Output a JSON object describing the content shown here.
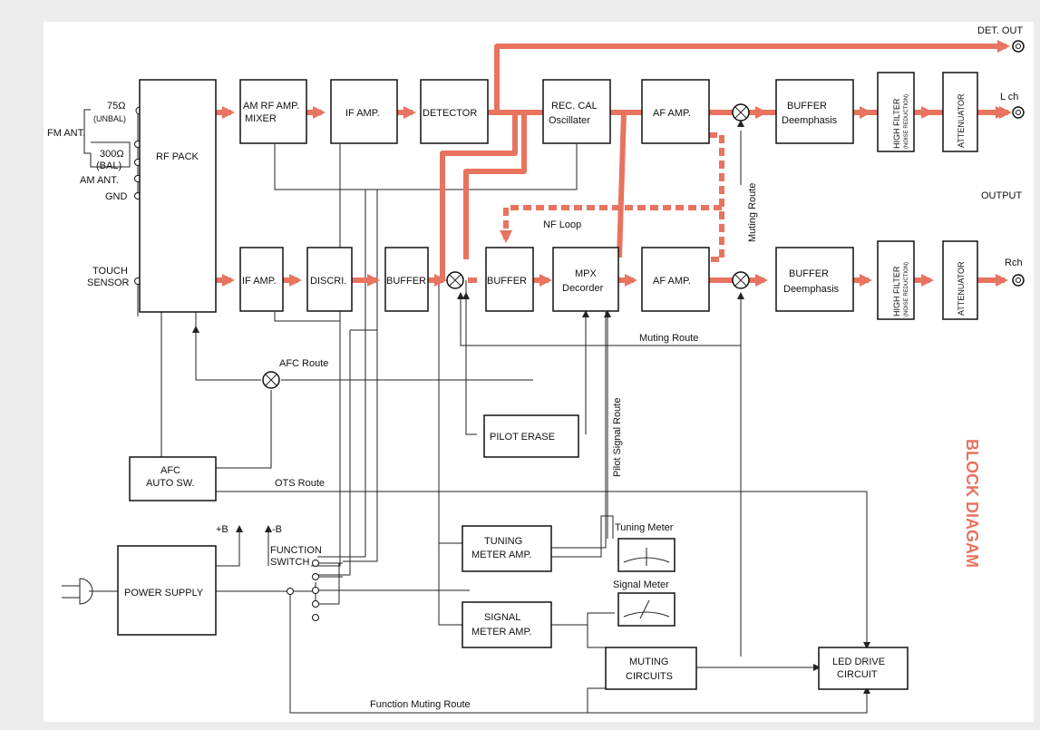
{
  "title": "BLOCK DIAGAM",
  "colors": {
    "signal": "#e8735f",
    "line": "#222222"
  },
  "blocks": {
    "rf_pack": "RF PACK",
    "am_rf_amp_1": "AM RF AMP.",
    "am_rf_amp_2": "MIXER",
    "if_amp_top": "IF AMP.",
    "detector": "DETECTOR",
    "rec_cal_1": "REC. CAL",
    "rec_cal_2": "Oscillater",
    "af_amp_top": "AF AMP.",
    "buffer_l_1": "BUFFER",
    "buffer_l_2": "Deemphasis",
    "high_filter_1": "HIGH FILTER",
    "high_filter_2": "(NOISE REDUCTION)",
    "attenuator": "ATTENUATOR",
    "if_amp_bottom": "IF AMP.",
    "discri": "DISCRI.",
    "buffer1": "BUFFER",
    "buffer2": "BUFFER",
    "mpx_1": "MPX",
    "mpx_2": "Decorder",
    "af_amp_bottom": "AF AMP.",
    "buffer_r_1": "BUFFER",
    "buffer_r_2": "Deemphasis",
    "pilot_erase": "PILOT ERASE",
    "afc_1": "AFC",
    "afc_2": "AUTO SW.",
    "power_supply": "POWER SUPPLY",
    "tuning_meter_amp_1": "TUNING",
    "tuning_meter_amp_2": "METER AMP.",
    "signal_meter_amp_1": "SIGNAL",
    "signal_meter_amp_2": "METER AMP.",
    "muting_circuits_1": "MUTING",
    "muting_circuits_2": "CIRCUITS",
    "led_drive_1": "LED DRIVE",
    "led_drive_2": "CIRCUIT"
  },
  "labels": {
    "fm_ant": "FM ANT.",
    "ohm75": "75Ω",
    "unbal": "(UNBAL)",
    "ohm300": "300Ω",
    "bal": "(BAL)",
    "am_ant": "AM ANT.",
    "gnd": "GND",
    "touch1": "TOUCH",
    "touch2": "SENSOR",
    "det_out": "DET. OUT",
    "l_ch": "L ch",
    "output": "OUTPUT",
    "r_ch": "Rch",
    "nf_loop": "NF Loop",
    "muting_route_v": "Muting Route",
    "muting_route_h": "Muting Route",
    "afc_route": "AFC Route",
    "pilot_signal_route": "Pilot Signal Route",
    "ots_route": "OTS Route",
    "plus_b": "+B",
    "minus_b": "-B",
    "function1": "FUNCTION",
    "function2": "SWITCH",
    "tuning_meter": "Tuning Meter",
    "signal_meter": "Signal Meter",
    "function_muting_route": "Function Muting Route"
  }
}
